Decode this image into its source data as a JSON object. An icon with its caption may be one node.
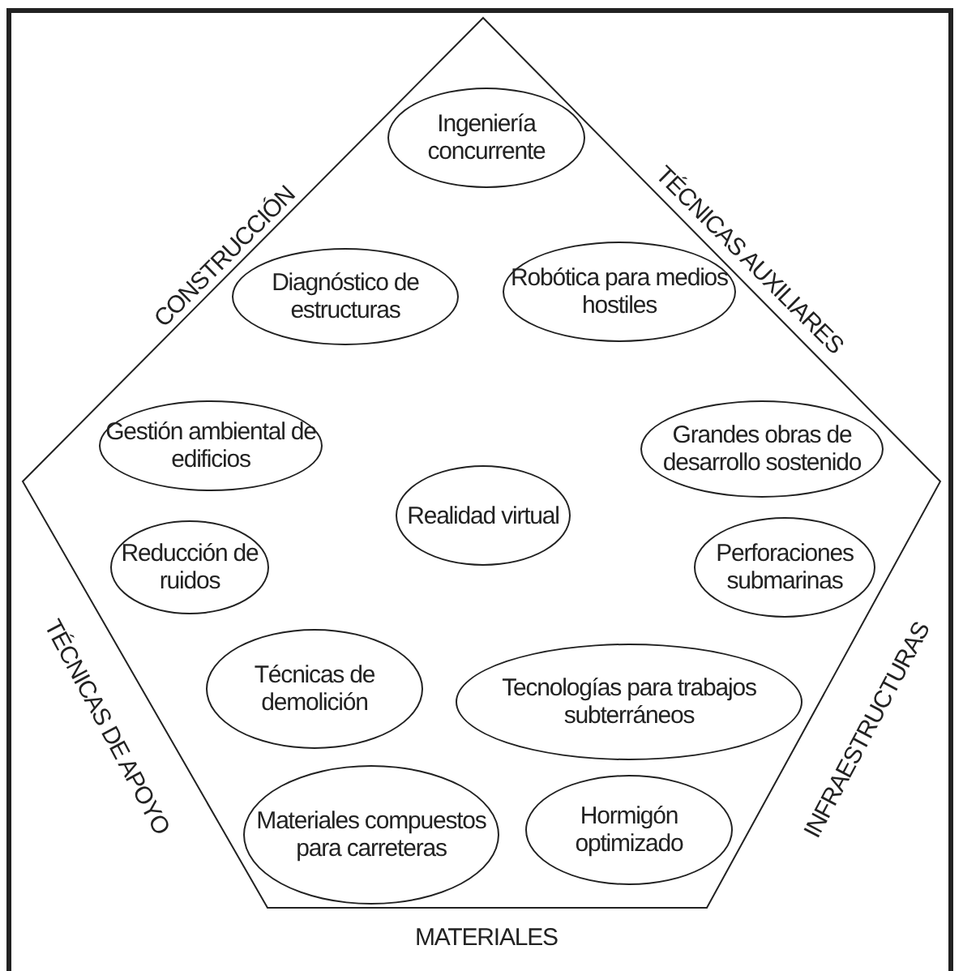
{
  "diagram": {
    "nodes": [
      {
        "text": [
          "Ingeniería concurrente"
        ]
      },
      {
        "text": [
          "Diagnóstico de estructuras"
        ]
      },
      {
        "text": [
          "Robótica para medios hostiles"
        ]
      },
      {
        "text": [
          "Gestión ambiental de edificios"
        ]
      },
      {
        "text": [
          "Grandes obras de desarrollo sostenido"
        ]
      },
      {
        "text": [
          "Realidad virtual"
        ]
      },
      {
        "text": [
          "Reducción de ruidos"
        ]
      },
      {
        "text": [
          "Perforaciones submarinas"
        ]
      },
      {
        "text": [
          "Técnicas de demolición"
        ]
      },
      {
        "text": [
          "Tecnologías para trabajos subterráneos"
        ]
      },
      {
        "text": [
          "Materiales compuestos para carreteras"
        ]
      },
      {
        "text": [
          "Hormigón optimizado"
        ]
      }
    ],
    "edges": [],
    "labels": [
      "CONSTRUCCIÓN",
      "TÉCNICAS AUXILIARES",
      "TÉCNICAS DE APOYO",
      "INFRAESTRUCTURAS",
      "MATERIALES"
    ]
  }
}
